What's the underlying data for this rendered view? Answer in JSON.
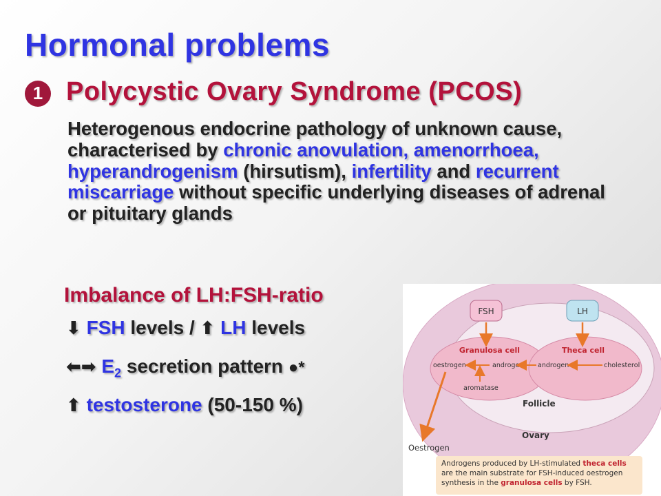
{
  "slide": {
    "title": "Hormonal problems",
    "bullet_number": "➊",
    "subtitle": "Polycystic Ovary Syndrome (PCOS)",
    "description": {
      "part1": "Heterogenous endocrine pathology of unknown cause, characterised by ",
      "blue1": "chronic anovulation, amenorrhoea, hyperandrogenism",
      "part2": " (hirsutism), ",
      "blue2": "infertility",
      "part3": " and ",
      "blue3": "recurrent miscarriage",
      "part4": " without specific underlying diseases of adrenal or pituitary glands"
    },
    "imbalance_heading": "Imbalance of LH:FSH-ratio",
    "lines": {
      "fsh_arrow": "⬇",
      "fsh_label": "FSH",
      "levels1": " levels / ",
      "lh_arrow": "⬆",
      "lh_label": "LH",
      "levels2": " levels",
      "lr_arrows": "⬅➡",
      "e2": "E",
      "e2_sub": "2",
      "secretion": "  secretion pattern ",
      "bomb": "💣",
      "testo_arrow": "⬆",
      "testo_label": "testosterone",
      "testo_range": " (50-150 %)"
    }
  },
  "diagram": {
    "fsh": "FSH",
    "lh": "LH",
    "granulosa": "Granulosa cell",
    "theca": "Theca cell",
    "oestrogen_in": "oestrogen",
    "androgen_left": "androgen",
    "androgen_right": "androgen",
    "cholesterol": "cholesterol",
    "aromatase": "aromatase",
    "follicle": "Follicle",
    "ovary": "Ovary",
    "oestrogen_out": "Oestrogen",
    "caption_a": "Androgens produced by LH-stimulated ",
    "caption_theca": "theca cells",
    "caption_b": " are the main substrate for FSH-induced oestrogen synthesis in the ",
    "caption_granulosa": "granulosa cells",
    "caption_c": " by FSH.",
    "colors": {
      "ovary": "#e9c9dc",
      "follicle": "#f4eaf1",
      "cell": "#f1b9cb",
      "fsh_box": "#f5c2d6",
      "lh_box": "#bfe3f0",
      "arrow": "#e8782a",
      "title_red": "#c0232f",
      "caption_bg": "#fbe6cc"
    }
  }
}
